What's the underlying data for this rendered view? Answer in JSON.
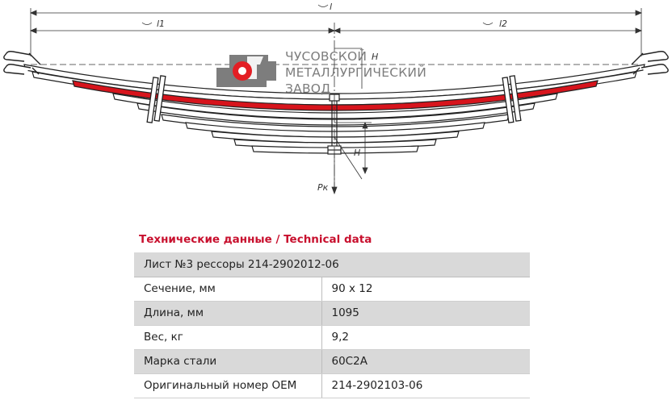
{
  "brand": {
    "name_lines": [
      "ЧУСОВСКОЙ",
      "МЕТАЛЛУРГИЧЕСКИЙ",
      "ЗАВОД"
    ],
    "colors": {
      "logo_gray": "#7d7d7d",
      "logo_red": "#e31e24"
    }
  },
  "drawing": {
    "dimension_labels": {
      "total": "l",
      "left": "l1",
      "right": "l2",
      "height": "H",
      "load": "Pк"
    },
    "colors": {
      "highlight_leaf": "#d7141c",
      "outline": "#222222"
    }
  },
  "spec": {
    "title": "Технические данные / Technical data",
    "header": "Лист №3 рессоры 214-2902012-06",
    "rows": [
      {
        "label": "Сечение, мм",
        "value": "90 x 12"
      },
      {
        "label": "Длина, мм",
        "value": "1095"
      },
      {
        "label": "Вес, кг",
        "value": "9,2"
      },
      {
        "label": "Марка стали",
        "value": "60С2А"
      },
      {
        "label": "Оригинальный номер OEM",
        "value": "214-2902103-06"
      }
    ],
    "colors": {
      "title": "#c8102e",
      "shade": "#d9d9d9"
    }
  }
}
